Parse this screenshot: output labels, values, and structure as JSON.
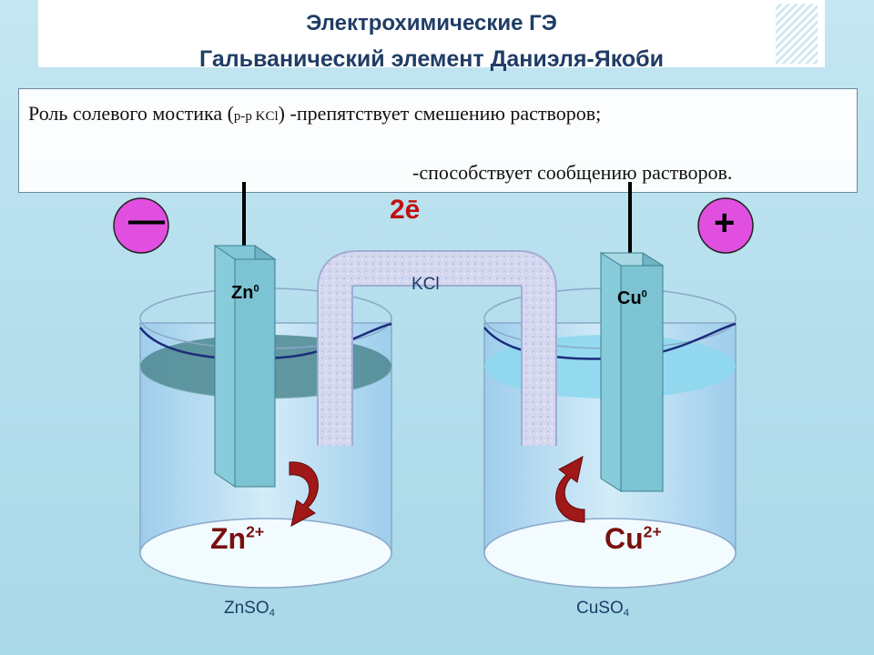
{
  "header": {
    "title_line1": "Электрохимические ГЭ",
    "title_line2": "Гальванический элемент Даниэля-Якоби"
  },
  "info": {
    "line1_a": "Роль солевого мостика (",
    "line1_small": "р-р KCl",
    "line1_b": ") -препятствует смешению растворов;",
    "line2": "-способствует сообщению растворов."
  },
  "diagram": {
    "anode_sign": "—",
    "cathode_sign": "+",
    "electrons": "2ē",
    "bridge_label": "KCl",
    "anode_metal": "Zn",
    "anode_metal_sup": "0",
    "cathode_metal": "Cu",
    "cathode_metal_sup": "0",
    "anode_ion": "Zn",
    "anode_ion_charge": "2+",
    "cathode_ion": "Cu",
    "cathode_ion_charge": "2+",
    "anode_solution": "ZnSO",
    "anode_solution_sub": "4",
    "cathode_solution": "CuSO",
    "cathode_solution_sub": "4"
  },
  "colors": {
    "title": "#1f3d66",
    "sign_circle": "#e14fe0",
    "arrow": "#a01818",
    "ion_text": "#7a1010",
    "electrons_text": "#c01010",
    "electrode": "#79c6d6"
  }
}
